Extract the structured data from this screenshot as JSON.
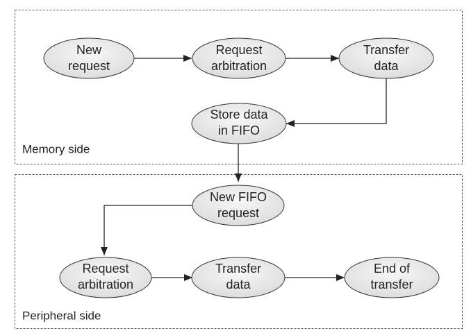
{
  "colors": {
    "node_fill_light": "#f7f7f7",
    "node_fill_dark": "#d9d9d9",
    "line": "#222222",
    "region_border": "#555555"
  },
  "regions": {
    "memory": {
      "label": "Memory side"
    },
    "peripheral": {
      "label": "Peripheral side"
    }
  },
  "nodes": {
    "new_request": {
      "lines": [
        "New",
        "request"
      ]
    },
    "request_arbitration_mem": {
      "lines": [
        "Request",
        "arbitration"
      ]
    },
    "transfer_data_mem": {
      "lines": [
        "Transfer",
        "data"
      ]
    },
    "store_data_fifo": {
      "lines": [
        "Store data",
        "in FIFO"
      ]
    },
    "new_fifo_request": {
      "lines": [
        "New FIFO",
        "request"
      ]
    },
    "request_arbitration_per": {
      "lines": [
        "Request",
        "arbitration"
      ]
    },
    "transfer_data_per": {
      "lines": [
        "Transfer",
        "data"
      ]
    },
    "end_of_transfer": {
      "lines": [
        "End of",
        "transfer"
      ]
    }
  },
  "edges": [
    {
      "from": "new_request",
      "to": "request_arbitration_mem"
    },
    {
      "from": "request_arbitration_mem",
      "to": "transfer_data_mem"
    },
    {
      "from": "transfer_data_mem",
      "to": "store_data_fifo"
    },
    {
      "from": "store_data_fifo",
      "to": "new_fifo_request"
    },
    {
      "from": "new_fifo_request",
      "to": "request_arbitration_per"
    },
    {
      "from": "request_arbitration_per",
      "to": "transfer_data_per"
    },
    {
      "from": "transfer_data_per",
      "to": "end_of_transfer"
    }
  ]
}
